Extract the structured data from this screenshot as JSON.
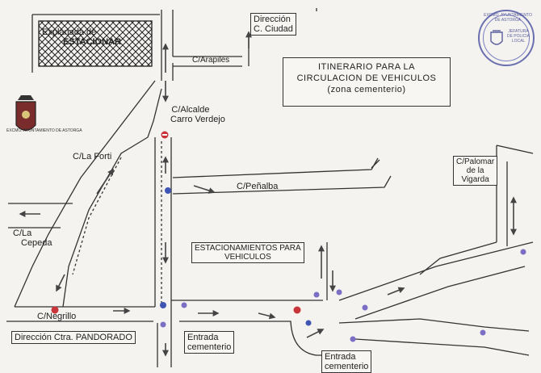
{
  "title": {
    "line1": "ITINERARIO PARA LA",
    "line2": "CIRCULACION DE VEHICULOS",
    "line3": "(zona cementerio)"
  },
  "labels": {
    "explanada_line1": "Explanada de",
    "explanada_line2": "ESTACIONAR",
    "direccion_ciudad_line1": "Dirección",
    "direccion_ciudad_line2": "C. Ciudad",
    "arapiles": "C/Arapiles",
    "alcalde_line1": "C/Alcalde",
    "alcalde_line2": "Carro Verdejo",
    "la_forti": "C/La Forti",
    "penalba": "C/Peñalba",
    "la_cepeda_line1": "C/La",
    "la_cepeda_line2": "Cepeda",
    "estacionamientos_line1": "ESTACIONAMIENTOS PARA",
    "estacionamientos_line2": "VEHICULOS",
    "negrillo": "C/Negrillo",
    "direccion_pandorado": "Dirección Ctra. PANDORADO",
    "entrada1_line1": "Entrada",
    "entrada1_line2": "cementerio",
    "entrada2_line1": "Entrada",
    "entrada2_line2": "cementerio",
    "palomar_line1": "C/Palomar",
    "palomar_line2": "de la",
    "palomar_line3": "Vigarda"
  },
  "crest_text": "EXCMO. AYUNTAMIENTO DE ASTORGA",
  "stamp": {
    "arc_text": "EXCMO. AYUNTAMIENTO DE ASTORGA",
    "line1": "JEFATURA",
    "line2": "DE POLICIA",
    "line3": "LOCAL"
  },
  "colors": {
    "line": "#333333",
    "arrow": "#444444",
    "parking_dot": "#7a6fc4",
    "no_entry": "#c9343a",
    "info_sign": "#3f55b3",
    "stamp": "#5a5f9e"
  }
}
